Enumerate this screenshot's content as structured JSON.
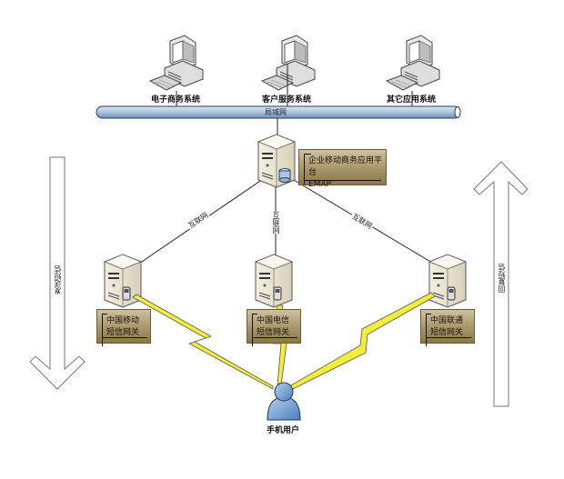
{
  "diagram": {
    "title": "",
    "lan": {
      "label": "局域网",
      "color": "#a9c3de"
    },
    "systems": [
      {
        "id": "ecommerce",
        "label": "电子商务系统"
      },
      {
        "id": "crm",
        "label": "客户服务系统"
      },
      {
        "id": "other",
        "label": "其它应用系统"
      }
    ],
    "platform": {
      "line1": "企业移动商务应用平台",
      "line2": "EMAP"
    },
    "links": [
      {
        "from": "platform",
        "to": "mobile-gateway",
        "label": "互联网"
      },
      {
        "from": "platform",
        "to": "telecom-gateway",
        "label": "互联网"
      },
      {
        "from": "platform",
        "to": "unicom-gateway",
        "label": "互联网"
      }
    ],
    "gateways": [
      {
        "id": "mobile-gateway",
        "line1": "中国移动",
        "line2": "短信网关"
      },
      {
        "id": "telecom-gateway",
        "line1": "中国电信",
        "line2": "短信网关"
      },
      {
        "id": "unicom-gateway",
        "line1": "中国联通",
        "line2": "短信网关"
      }
    ],
    "user": {
      "label": "手机用户"
    },
    "arrows": {
      "send": {
        "label": "发送短信",
        "direction": "down"
      },
      "reply": {
        "label": "回复短信",
        "direction": "up"
      }
    },
    "colors": {
      "lightning": "#f2ee3a",
      "callout": "#a8966b",
      "user": "#7ea6d6"
    }
  }
}
